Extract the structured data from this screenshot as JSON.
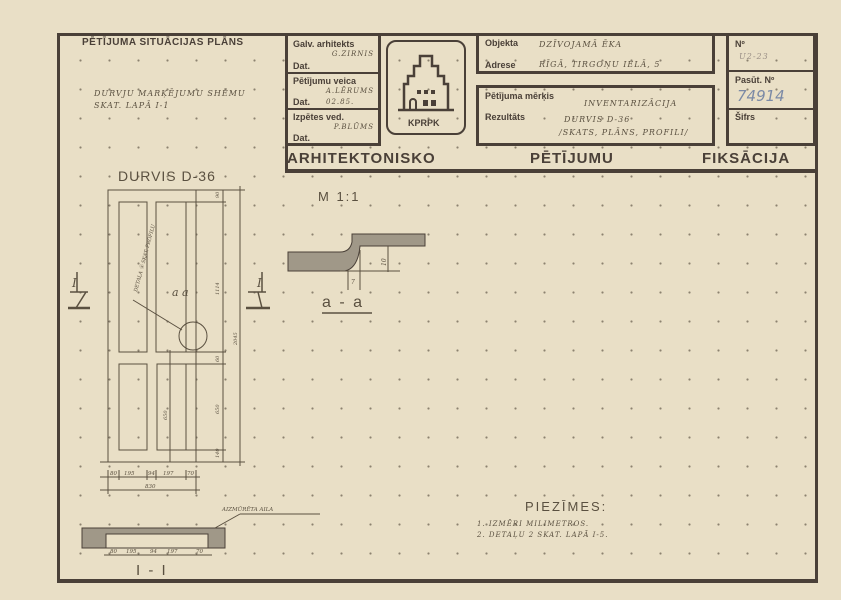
{
  "title_block": {
    "situation_plan": {
      "title": "PĒTĪJUMA SITUĀCIJAS PLĀNS",
      "note_line1": "DURVJU   MARĶĒJUMU   SHĒMU",
      "note_line2": "SKAT.   LAPĀ   I-1"
    },
    "people": {
      "chief_architect_label": "Galv. arhitekts",
      "chief_architect_value": "G.ZIRNIS",
      "date_label_1": "Dat.",
      "researcher_label": "Pētījumu veica",
      "researcher_value": "A.LĒRUMS",
      "date_label_2": "Dat.",
      "date_value_2": "02.85.",
      "executor_label": "Izpētes ved.",
      "executor_value": "P.BLŪMS",
      "date_label_3": "Dat."
    },
    "logo_text": "KPRPK",
    "object": {
      "object_label": "Objekta",
      "object_value": "DZĪVOJAMĀ   ĒKA",
      "address_label": "Adrese",
      "address_value": "RĪGĀ,  TIRGOŅU  IELĀ,  5"
    },
    "purpose": {
      "purpose_label": "Pētījuma mērķis",
      "purpose_value": "INVENTARIZĀCIJA",
      "results_label": "Rezultāts",
      "results_value_1": "DURVIS    D-36",
      "results_value_2": "/SKATS,  PLĀNS,  PROFILI/"
    },
    "numbers": {
      "no_label": "Nº",
      "no_value": "U2-23",
      "order_label": "Pasūt. Nº",
      "order_value": "74914",
      "cipher_label": "Šifrs"
    },
    "heading": [
      "ARHITEKTONISKO",
      "PĒTĪJUMU",
      "FIKSĀCIJA"
    ]
  },
  "drawing": {
    "door_title": "DURVIS  D-36",
    "detail_note": "DETAĻA Ⓐ SKAT. PROFILU",
    "section_mark": "I",
    "detail_marker": "a a",
    "vertical_dims": [
      "90",
      "1114",
      "60",
      "650",
      "140",
      "2045"
    ],
    "panel_dim": "650",
    "bottom_dims": [
      "80",
      "195",
      "94",
      "197",
      "70"
    ],
    "total_width": "830",
    "section_title": "I - I",
    "section_note": "AIZMŪRĒTA  AILA",
    "section_dims": [
      "80",
      "195",
      "94",
      "197",
      "70"
    ],
    "profile_scale": "M 1:1",
    "profile_dim_v": "10",
    "profile_dim_h": "7",
    "profile_title": "a - a"
  },
  "notes": {
    "title": "PIEZĪMES:",
    "items": [
      "1. IZMĒRI     MILIMETROS.",
      "2. DETAĻU  2  SKAT.  LAPĀ   I-5."
    ]
  },
  "colors": {
    "paper": "#e9dfc6",
    "ink": "#4a4038",
    "hand": "#5a5040",
    "blue_ink": "#7b8aa6"
  }
}
